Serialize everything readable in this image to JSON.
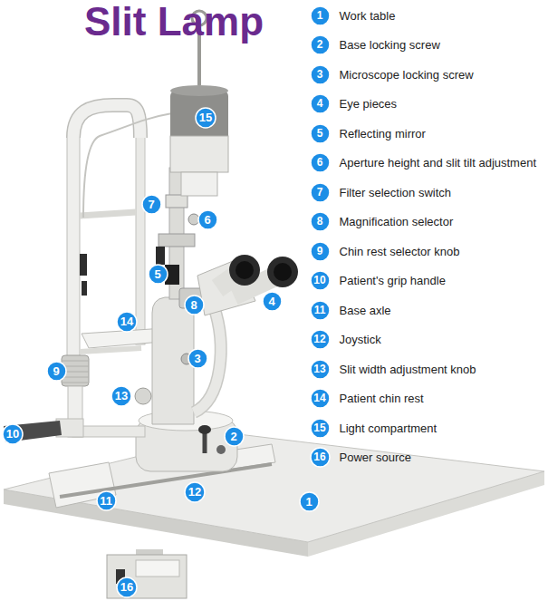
{
  "diagram": {
    "title": "Slit Lamp",
    "nodes": [
      {
        "text": [
          "1",
          "Work table"
        ]
      },
      {
        "text": [
          "2",
          "Base locking screw"
        ]
      },
      {
        "text": [
          "3",
          "Microscope locking screw"
        ]
      },
      {
        "text": [
          "4",
          "Eye pieces"
        ]
      },
      {
        "text": [
          "5",
          "Reflecting mirror"
        ]
      },
      {
        "text": [
          "6",
          "Aperture height and slit tilt adjustment"
        ]
      },
      {
        "text": [
          "7",
          "Filter selection switch"
        ]
      },
      {
        "text": [
          "8",
          "Magnification selector"
        ]
      },
      {
        "text": [
          "9",
          "Chin rest selector knob"
        ]
      },
      {
        "text": [
          "10",
          "Patient's grip handle"
        ]
      },
      {
        "text": [
          "11",
          "Base axle"
        ]
      },
      {
        "text": [
          "12",
          "Joystick"
        ]
      },
      {
        "text": [
          "13",
          "Slit width adjustment knob"
        ]
      },
      {
        "text": [
          "14",
          "Patient chin rest"
        ]
      },
      {
        "text": [
          "15",
          "Light compartment"
        ]
      },
      {
        "text": [
          "16",
          "Power source"
        ]
      },
      {
        "text": [
          "1"
        ]
      },
      {
        "text": [
          "2"
        ]
      },
      {
        "text": [
          "3"
        ]
      },
      {
        "text": [
          "4"
        ]
      },
      {
        "text": [
          "5"
        ]
      },
      {
        "text": [
          "6"
        ]
      },
      {
        "text": [
          "7"
        ]
      },
      {
        "text": [
          "8"
        ]
      },
      {
        "text": [
          "9"
        ]
      },
      {
        "text": [
          "10"
        ]
      },
      {
        "text": [
          "11"
        ]
      },
      {
        "text": [
          "12"
        ]
      },
      {
        "text": [
          "13"
        ]
      },
      {
        "text": [
          "14"
        ]
      },
      {
        "text": [
          "15"
        ]
      },
      {
        "text": [
          "16"
        ]
      }
    ]
  }
}
